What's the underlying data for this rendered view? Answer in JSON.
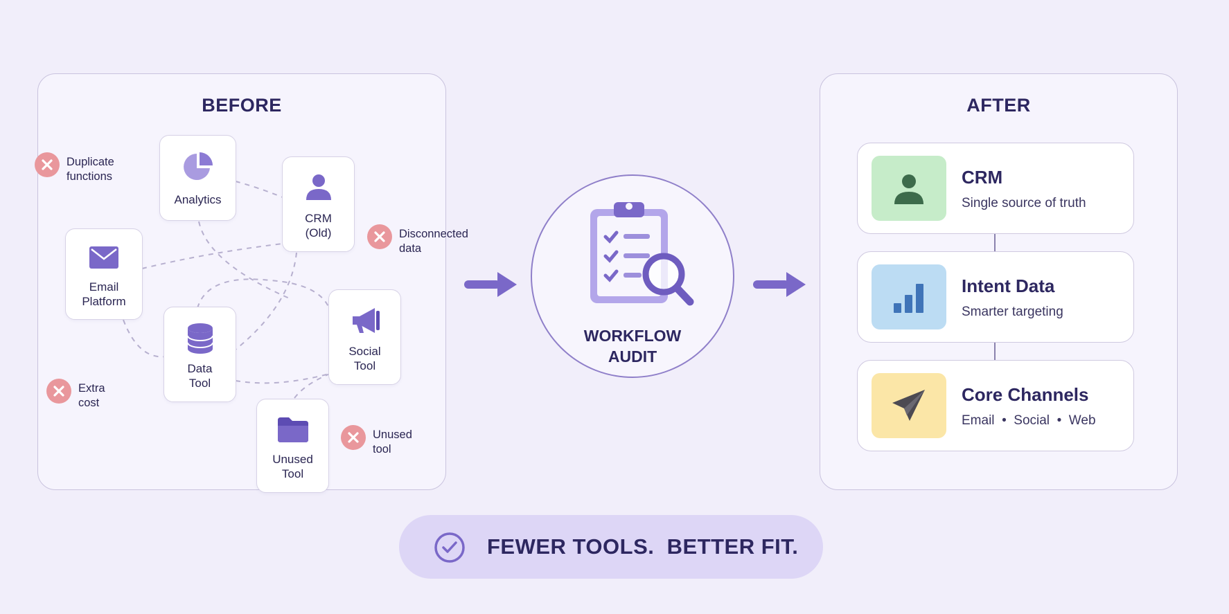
{
  "before": {
    "title": "BEFORE",
    "tools": [
      {
        "label": "Analytics",
        "icon": "pie-chart-icon"
      },
      {
        "label": "CRM\n(Old)",
        "icon": "user-icon"
      },
      {
        "label": "Email\nPlatform",
        "icon": "envelope-icon"
      },
      {
        "label": "Data\nTool",
        "icon": "database-icon"
      },
      {
        "label": "Social\nTool",
        "icon": "megaphone-icon"
      },
      {
        "label": "Unused\nTool",
        "icon": "folder-icon"
      }
    ],
    "issues": [
      {
        "text": "Duplicate\nfunctions"
      },
      {
        "text": "Disconnected\ndata"
      },
      {
        "text": "Extra\ncost"
      },
      {
        "text": "Unused\ntool"
      }
    ]
  },
  "audit": {
    "label": "WORKFLOW\nAUDIT",
    "icon": "clipboard-magnifier-icon"
  },
  "after": {
    "title": "AFTER",
    "cards": [
      {
        "title": "CRM",
        "subtitle": "Single source of truth",
        "icon": "user-icon",
        "color": "#c6ecc9"
      },
      {
        "title": "Intent Data",
        "subtitle": "Smarter targeting",
        "icon": "bar-chart-icon",
        "color": "#bcdcf3"
      },
      {
        "title": "Core Channels",
        "subtitle": "Email  •  Social  •  Web",
        "icon": "paper-plane-icon",
        "color": "#fbe6a7"
      }
    ]
  },
  "banner": {
    "text": "FEWER TOOLS.  BETTER FIT.",
    "icon": "check-circle-icon"
  },
  "colors": {
    "accent": "#7a68c8",
    "issue": "#e9979c",
    "background": "#f1eefa"
  }
}
